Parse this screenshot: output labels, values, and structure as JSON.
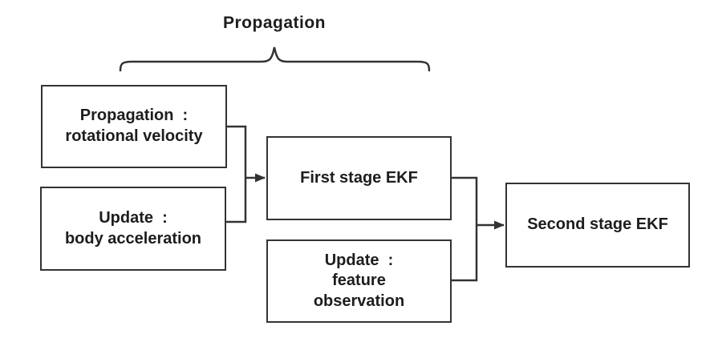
{
  "title": "Propagation",
  "boxes": {
    "propagation_rotational": {
      "text": "Propagation  :\nrotational velocity"
    },
    "update_body_accel": {
      "text": "Update  :\nbody acceleration"
    },
    "first_stage_ekf": {
      "text": "First stage EKF"
    },
    "update_feature_obs": {
      "text": "Update  :\nfeature\nobservation"
    },
    "second_stage_ekf": {
      "text": "Second stage EKF"
    }
  },
  "icons": {
    "brace": "curly-brace-top",
    "arrows": "right-arrowhead"
  },
  "colors": {
    "line": "#333333",
    "box_border": "#333333",
    "text": "#1d1d1d",
    "background": "#ffffff"
  }
}
